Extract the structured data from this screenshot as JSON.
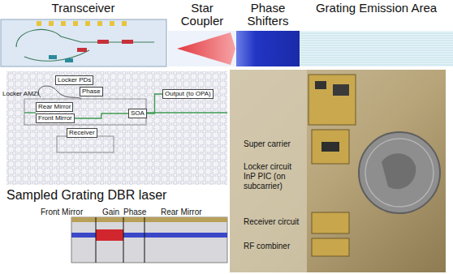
{
  "diagram": {
    "nodes": [
      {
        "text": [
          "Transceiver"
        ]
      },
      {
        "text": [
          "Star Coupler"
        ]
      },
      {
        "text": [
          "Phase Shifters"
        ]
      },
      {
        "text": [
          "Grating Emission Area"
        ]
      },
      {
        "text": [
          "Locker PDs"
        ]
      },
      {
        "text": [
          "Phase"
        ]
      },
      {
        "text": [
          "Rear Mirror"
        ]
      },
      {
        "text": [
          "Front Mirror"
        ]
      },
      {
        "text": [
          "SOA"
        ]
      },
      {
        "text": [
          "Output (to OPA)"
        ]
      },
      {
        "text": [
          "Receiver"
        ]
      }
    ],
    "edges": [
      {
        "from": 7,
        "to": 8,
        "arrow": "none"
      },
      {
        "from": 8,
        "to": 9,
        "arrow": "none"
      }
    ],
    "labels": [
      "Locker AMZI",
      "Sampled Grating DBR laser",
      "Front Mirror",
      "Gain",
      "Phase",
      "Rear Mirror",
      "Super carrier",
      "Locker circuit InP PIC (on subcarrier)",
      "Receiver circuit",
      "RF combiner"
    ]
  }
}
